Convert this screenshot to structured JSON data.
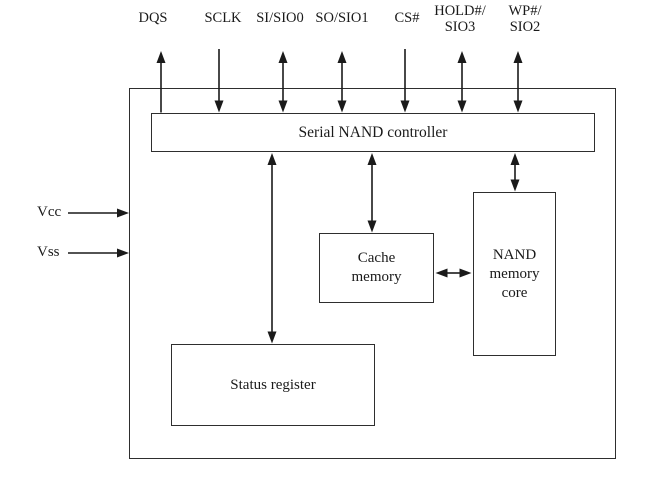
{
  "diagram": {
    "background_color": "#ffffff",
    "line_color": "#1a1a1a",
    "top_pins": [
      {
        "label": "DQS",
        "direction": "output"
      },
      {
        "label": "SCLK",
        "direction": "input"
      },
      {
        "label": "SI/SIO0",
        "direction": "bidirectional"
      },
      {
        "label": "SO/SIO1",
        "direction": "bidirectional"
      },
      {
        "label": "CS#",
        "direction": "input"
      },
      {
        "label": "HOLD#/\nSIO3",
        "direction": "bidirectional"
      },
      {
        "label": "WP#/\nSIO2",
        "direction": "bidirectional"
      }
    ],
    "power_pins": [
      {
        "label": "Vcc",
        "direction": "input"
      },
      {
        "label": "Vss",
        "direction": "input"
      }
    ],
    "blocks": {
      "controller": "Serial NAND controller",
      "cache": "Cache\nmemory",
      "nand_core": "NAND\nmemory\ncore",
      "status_register": "Status register"
    },
    "connections": [
      {
        "from": "Serial NAND controller",
        "to": "Status register",
        "type": "bidirectional"
      },
      {
        "from": "Serial NAND controller",
        "to": "Cache memory",
        "type": "bidirectional"
      },
      {
        "from": "Serial NAND controller",
        "to": "NAND memory core",
        "type": "bidirectional"
      },
      {
        "from": "Cache memory",
        "to": "NAND memory core",
        "type": "bidirectional"
      }
    ]
  }
}
